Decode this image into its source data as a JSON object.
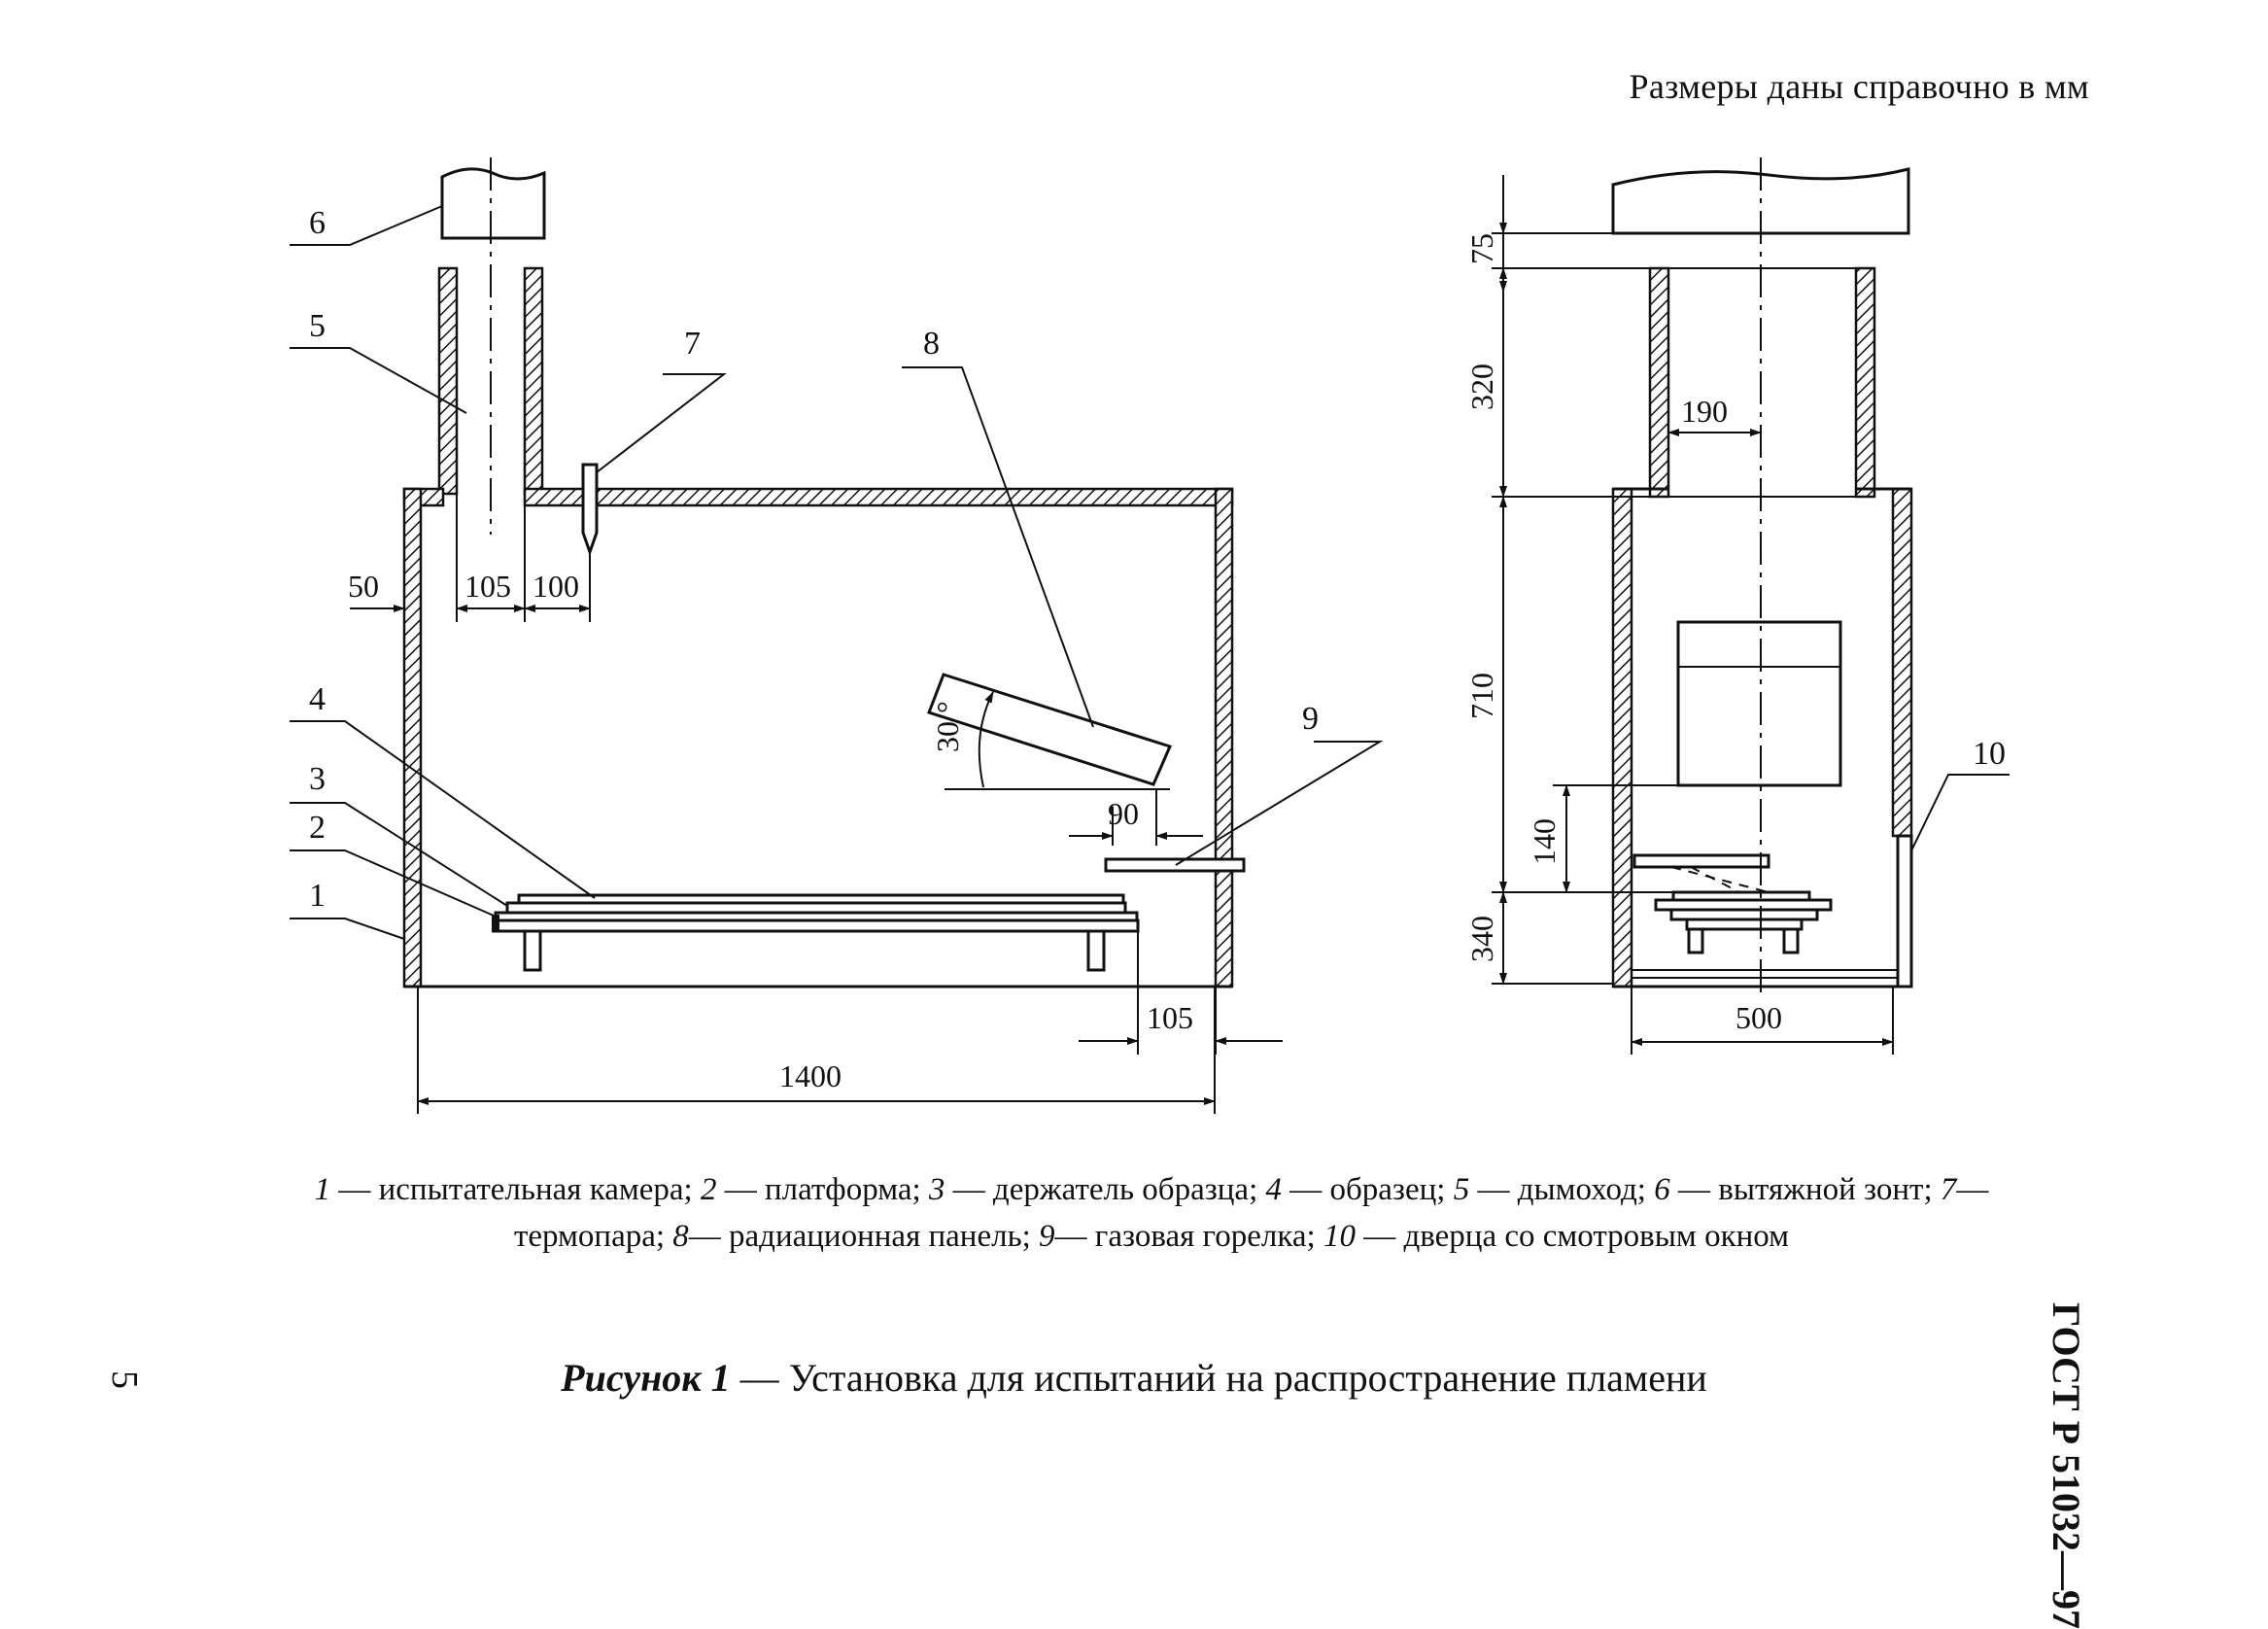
{
  "header": {
    "note": "Размеры даны справочно в мм"
  },
  "labels": [
    "1",
    "2",
    "3",
    "4",
    "5",
    "6",
    "7",
    "8",
    "9",
    "10"
  ],
  "dimensions": {
    "wall": "50",
    "flue_width": "105",
    "thermo_offset": "100",
    "angle": "30 °",
    "burner_offset": "90",
    "right_gap": "105",
    "length": "1400",
    "hood_gap": "75",
    "flue_height": "320",
    "flue_half_width": "190",
    "chamber_height": "710",
    "panel_height": "140",
    "base_height": "340",
    "width": "500"
  },
  "legend": {
    "items": [
      {
        "num": "1",
        "text": " — испытательная камера; "
      },
      {
        "num": "2",
        "text": " — платформа; "
      },
      {
        "num": "3",
        "text": " — держатель образца; "
      },
      {
        "num": "4",
        "text": " — образец; "
      },
      {
        "num": "5",
        "text": " — дымоход; "
      },
      {
        "num": "6",
        "text": " — вытяжной зонт; "
      },
      {
        "num": "7",
        "text": "— термопара; "
      },
      {
        "num": "8",
        "text": "— радиационная панель; "
      },
      {
        "num": "9",
        "text": "— газовая горелка; "
      },
      {
        "num": "10",
        "text": " — дверца со смотровым окном"
      }
    ]
  },
  "caption": {
    "figure": "Рисунок 1",
    "text": " — Установка для испытаний на распространение пламени"
  },
  "side": {
    "standard": "ГОСТ Р 51032—97",
    "page_number": "5"
  }
}
